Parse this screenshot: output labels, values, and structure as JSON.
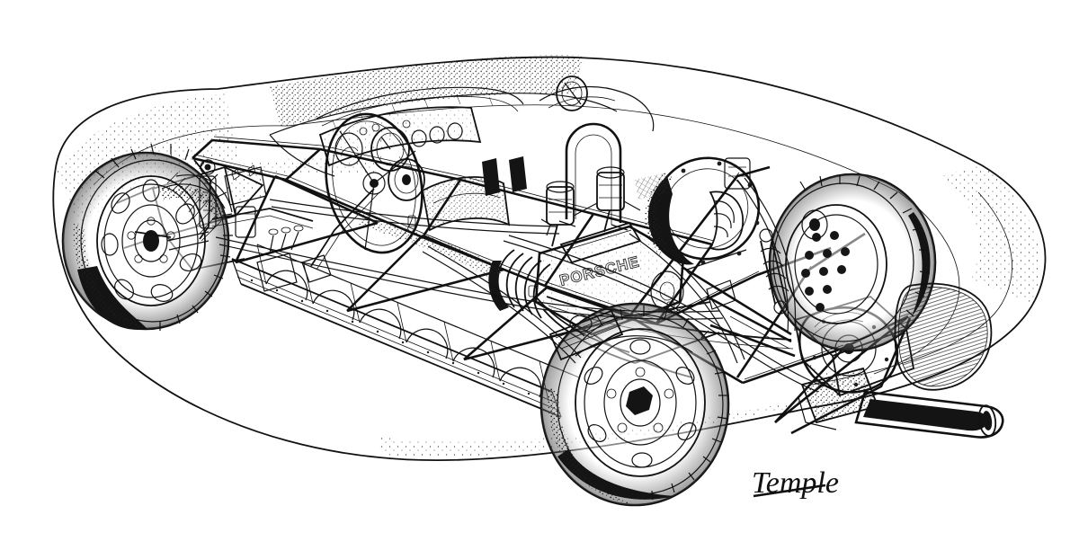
{
  "artwork": {
    "title": "Racing Sports Car Cutaway Illustration",
    "subject": "Mid-engined open-top sports racing car, three-quarter front cutaway view",
    "medium": "Pen and ink line drawing with stipple and hatch shading",
    "background_color": "#ffffff",
    "ink_color": "#111111",
    "orientation": "landscape",
    "view_direction": "front three-quarter, left side, nose to the left"
  },
  "signature": {
    "name": "Temple",
    "position": "lower right",
    "underlined": true
  },
  "cast_text": {
    "engine_case": "PORSCHE"
  },
  "components": [
    {
      "id": "body-shell",
      "label": "Ghosted open-top roadster body shell"
    },
    {
      "id": "front-wheel",
      "label": "Front disc wheel with oval lightening holes"
    },
    {
      "id": "rear-wheel-near",
      "label": "Near-side rear disc wheel with central hub nut"
    },
    {
      "id": "rear-wheel-far",
      "label": "Far-side rear wheel with drilled brake drum"
    },
    {
      "id": "spaceframe",
      "label": "Tubular spaceframe chassis with X-bracing"
    },
    {
      "id": "sill-panel",
      "label": "Riveted sill panel with scalloped lightening cutouts"
    },
    {
      "id": "steering-wheel",
      "label": "Large thin-rim steering wheel"
    },
    {
      "id": "dashboard",
      "label": "Instrument panel with tachometer and auxiliary gauges"
    },
    {
      "id": "roll-hoop",
      "label": "Roll-over bar behind driver"
    },
    {
      "id": "fuel-filler",
      "label": "Quick-release fuel filler cap"
    },
    {
      "id": "engine",
      "label": "Air-cooled flat engine with cast PORSCHE lettering"
    },
    {
      "id": "carburettors",
      "label": "Twin downdraught carburettors with velocity stacks"
    },
    {
      "id": "cooling-fan",
      "label": "Belt-driven cooling fan housing"
    },
    {
      "id": "exhaust",
      "label": "Megaphone exhaust tailpipe"
    },
    {
      "id": "oil-cooler",
      "label": "Rear-mounted oil cooler matrix"
    },
    {
      "id": "gearbox",
      "label": "Transaxle gearbox and final drive"
    },
    {
      "id": "suspension-front",
      "label": "Front independent suspension with torsion bars"
    },
    {
      "id": "suspension-rear",
      "label": "Rear swing-axle suspension with coil damper units"
    },
    {
      "id": "shock-absorber",
      "label": "Telescopic shock absorber units"
    },
    {
      "id": "brake-drum",
      "label": "Finned alloy brake drum"
    },
    {
      "id": "pedal-box",
      "label": "Pedal box and master cylinders"
    },
    {
      "id": "battery",
      "label": "Battery mounted in front compartment"
    },
    {
      "id": "fuel-lines",
      "label": "Fuel and oil line runs along chassis"
    },
    {
      "id": "seat",
      "label": "Low-back bucket seat"
    },
    {
      "id": "windscreen",
      "label": "Low wraparound racing windscreen"
    }
  ]
}
